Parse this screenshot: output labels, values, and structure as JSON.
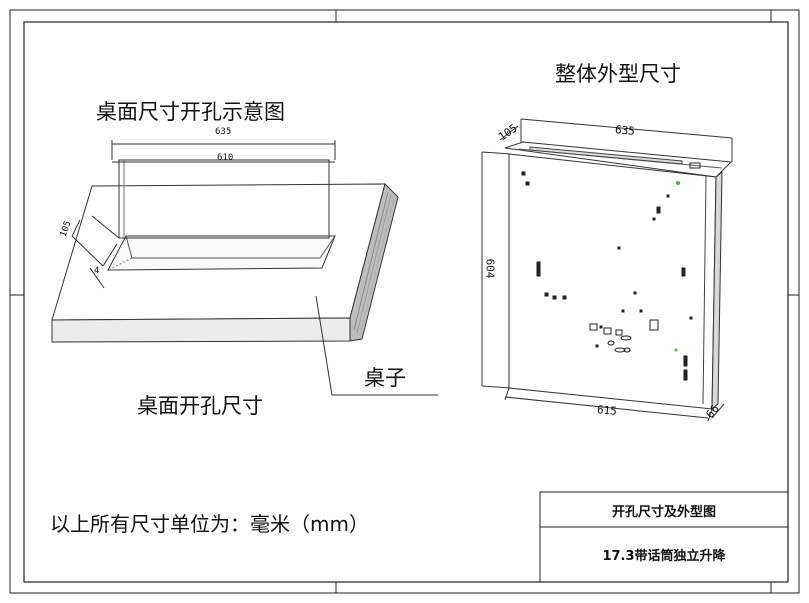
{
  "drawing": {
    "desk_cutout_title": "桌面尺寸开孔示意图",
    "overall_title": "整体外型尺寸",
    "desk_cutout_caption": "桌面开孔尺寸",
    "desk_label": "桌子",
    "units_note": "以上所有尺寸单位为：毫米（mm）"
  },
  "desk_dims": {
    "outer_length": "635",
    "inner_length": "610",
    "side_a": "105",
    "side_b": "4"
  },
  "overall_dims": {
    "top_width": "635",
    "top_depth": "105",
    "height": "604",
    "bottom_width": "615",
    "bottom_depth": "66"
  },
  "title_block": {
    "drawing_name": "开孔尺寸及外型图",
    "product_name": "17.3带话筒独立升降"
  }
}
